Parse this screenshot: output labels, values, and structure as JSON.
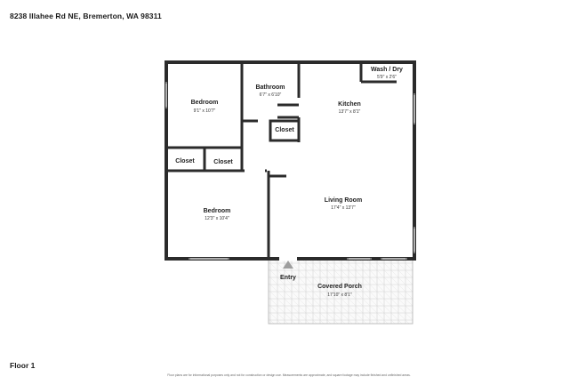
{
  "header": {
    "address": "8238 Illahee Rd NE, Bremerton, WA 98311"
  },
  "floor": {
    "label": "Floor 1"
  },
  "rooms": {
    "bedroom1": {
      "name": "Bedroom",
      "dims": "9'1\" x 10'7\""
    },
    "bathroom": {
      "name": "Bathroom",
      "dims": "6'7\" x 6'10\""
    },
    "wash_dry": {
      "name": "Wash / Dry",
      "dims": "5'9\" x 2'6\""
    },
    "kitchen": {
      "name": "Kitchen",
      "dims": "13'7\" x 8'1\""
    },
    "closet_hall": {
      "name": "Closet"
    },
    "closet_a": {
      "name": "Closet"
    },
    "closet_b": {
      "name": "Closet"
    },
    "bedroom2": {
      "name": "Bedroom",
      "dims": "12'3\" x 10'4\""
    },
    "living_room": {
      "name": "Living Room",
      "dims": "17'4\" x 13'7\""
    },
    "entry": {
      "name": "Entry"
    },
    "covered_porch": {
      "name": "Covered Porch",
      "dims": "17'10\" x 8'1\""
    }
  },
  "footer": {
    "disclaimer": "Floor plans are for informational purposes only and not for construction or design use. Measurements are approximate, and square footage may include finished and unfinished areas."
  },
  "colors": {
    "wall": "#2b2b2b",
    "porch_hatch": "#c8c8c8",
    "window": "#9a9a9a"
  }
}
